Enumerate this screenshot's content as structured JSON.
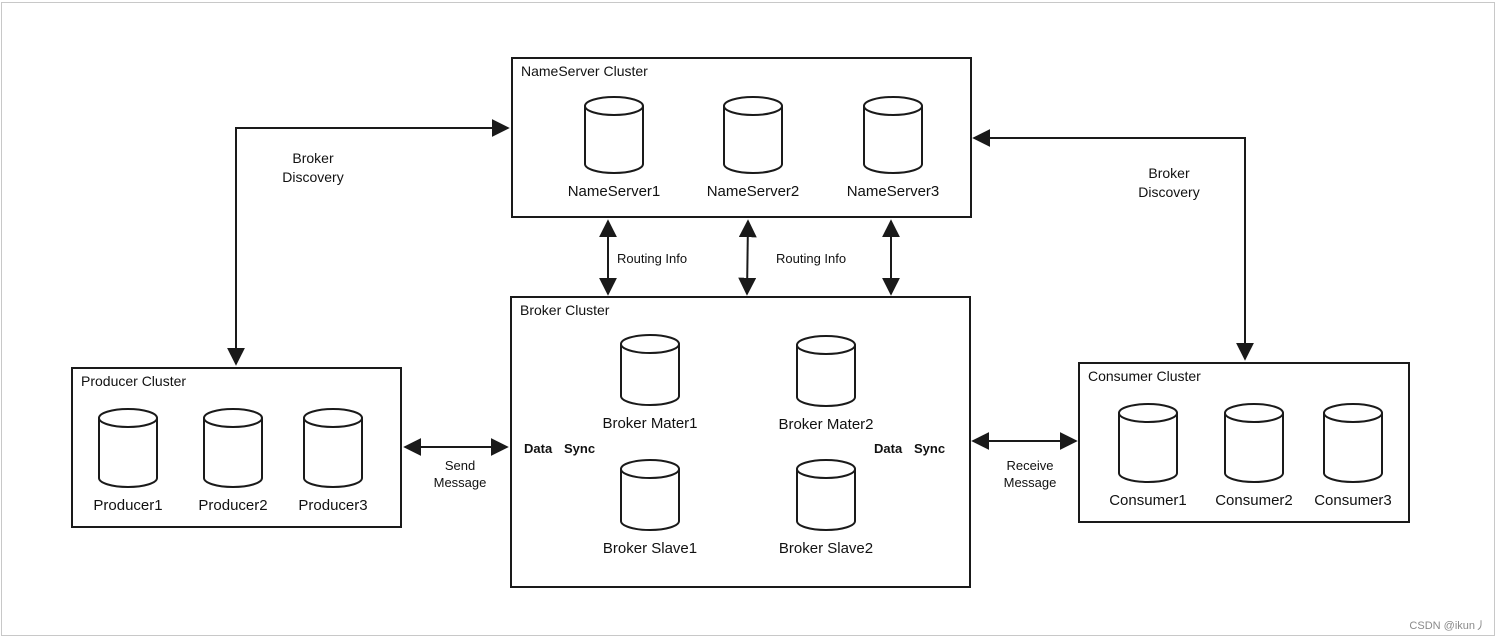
{
  "clusters": {
    "nameserver": {
      "title": "NameServer Cluster",
      "nodes": [
        "NameServer1",
        "NameServer2",
        "NameServer3"
      ]
    },
    "broker": {
      "title": "Broker Cluster",
      "nodes": [
        "Broker Mater1",
        "Broker Mater2",
        "Broker Slave1",
        "Broker Slave2"
      ]
    },
    "producer": {
      "title": "Producer Cluster",
      "nodes": [
        "Producer1",
        "Producer2",
        "Producer3"
      ]
    },
    "consumer": {
      "title": "Consumer Cluster",
      "nodes": [
        "Consumer1",
        "Consumer2",
        "Consumer3"
      ]
    }
  },
  "labels": {
    "broker_discovery_left": [
      "Broker",
      "Discovery"
    ],
    "broker_discovery_right": [
      "Broker",
      "Discovery"
    ],
    "routing_info_left": "Routing Info",
    "routing_info_right": "Routing Info",
    "send_message": [
      "Send",
      "Message"
    ],
    "receive_message": [
      "Receive",
      "Message"
    ],
    "data_left": "Data",
    "sync_left": "Sync",
    "data_right": "Data",
    "sync_right": "Sync"
  },
  "watermark": "CSDN @ikun丿",
  "colors": {
    "stroke": "#1a1a1a",
    "frame": "#c8c8c8"
  }
}
